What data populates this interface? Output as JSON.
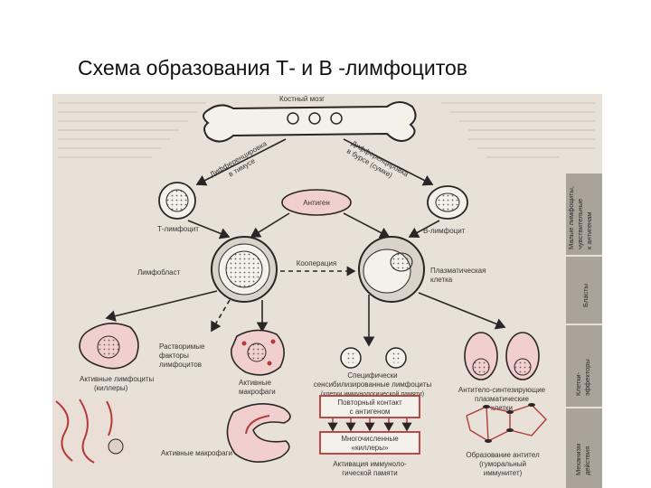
{
  "slide_title": "Схема образования Т- и В -лимфоцитов",
  "labels": {
    "bone_marrow": "Костный мозг",
    "diff_thymus_1": "Дифференцировка",
    "diff_thymus_2": "в тимусе",
    "diff_bursa_1": "Дифференцировка",
    "diff_bursa_2": "в бурсе (сумке)",
    "t_lymphocyte": "Т-лимфоцит",
    "b_lymphocyte": "В-лимфоцит",
    "antigen": "Антиген",
    "lymphoblast": "Лимфобласт",
    "cooperation": "Кооперация",
    "plasma_cell_1": "Плазматическая",
    "plasma_cell_2": "клетка",
    "soluble_1": "Растворимые",
    "soluble_2": "факторы",
    "soluble_3": "лимфоцитов",
    "active_lymph_1": "Активные лимфоциты",
    "active_lymph_2": "(киллеры)",
    "active_macro_1": "Активные",
    "active_macro_2": "макрофаги",
    "specific_1": "Специфически",
    "specific_2": "сенсибилизированные лимфоциты",
    "specific_3": "(клетки иммунологической памяти)",
    "ab_synth_1": "Антитело-синтезирующие",
    "ab_synth_2": "плазматические",
    "ab_synth_3": "клетки",
    "repeat_contact_1": "Повторный контакт",
    "repeat_contact_2": "с антигеном",
    "multi_killers_1": "Многочисленные",
    "multi_killers_2": "«киллеры»",
    "memory_1": "Активация иммуноло-",
    "memory_2": "гической памяти",
    "active_macro_bottom": "Активные макрофаги",
    "antibody_1": "Образование антител",
    "antibody_2": "(гуморальный",
    "antibody_3": "иммунитет)"
  },
  "side_tabs": [
    {
      "lines": [
        "Малые лимфоциты,",
        "чувствительные",
        "к антигенам"
      ]
    },
    {
      "lines": [
        "Бласты"
      ]
    },
    {
      "lines": [
        "Клетки-",
        "эффекторы"
      ]
    },
    {
      "lines": [
        "Механизм",
        "действия"
      ]
    }
  ]
}
